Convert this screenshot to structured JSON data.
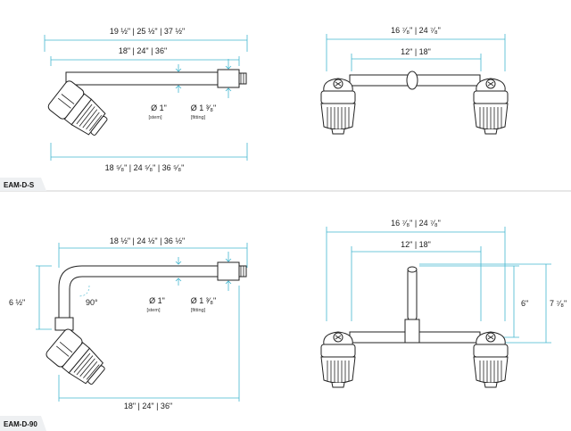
{
  "top": {
    "label": "EAM-D-S",
    "side": {
      "overall": "19 ½\" | 25 ½\" | 37 ½\"",
      "stem_len": "18\" | 24\" | 36\"",
      "stem_dia": "Ø 1\"",
      "stem_dia_note": "[stem]",
      "fit_dia": "Ø 1 ³⁄₈\"",
      "fit_dia_note": "[fitting]",
      "bottom": "18 ⁵⁄₈\" | 24 ⁵⁄₈\" | 36 ⁵⁄₈\""
    },
    "front": {
      "overall": "16 ⁷⁄₈\" | 24 ⁷⁄₈\"",
      "center": "12\" | 18\""
    }
  },
  "bottom": {
    "label": "EAM-D-90",
    "side": {
      "overall": "18 ½\" | 24 ½\" | 36 ½\"",
      "drop": "6 ½\"",
      "angle": "90°",
      "stem_dia": "Ø 1\"",
      "stem_dia_note": "[stem]",
      "fit_dia": "Ø 1 ³⁄₈\"",
      "fit_dia_note": "[fitting]",
      "bottom": "18\" | 24\" | 36\""
    },
    "front": {
      "overall": "16 ⁷⁄₈\" | 24 ⁷⁄₈\"",
      "center": "12\" | 18\"",
      "height_inner": "6\"",
      "height_outer": "7 ⁷⁄₈\""
    }
  },
  "colors": {
    "dimension": "#43b6cf",
    "line": "#222222",
    "divider": "#cfcfcf"
  }
}
